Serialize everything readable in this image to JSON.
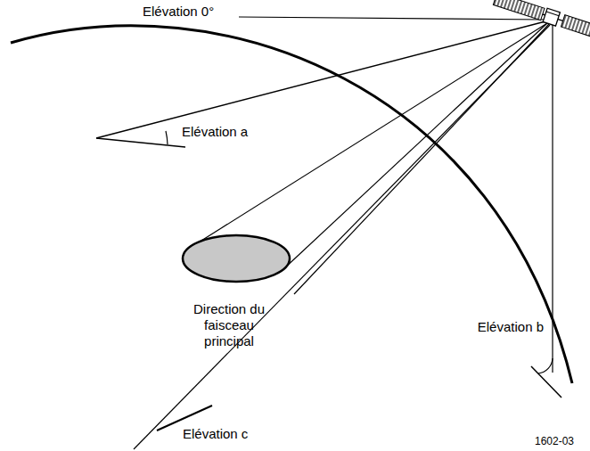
{
  "diagram": {
    "labels": [
      "Elévation 0°",
      "Elévation a",
      "Direction du faisceau principal",
      "Elévation b",
      "Elévation c",
      "1602-03"
    ]
  }
}
